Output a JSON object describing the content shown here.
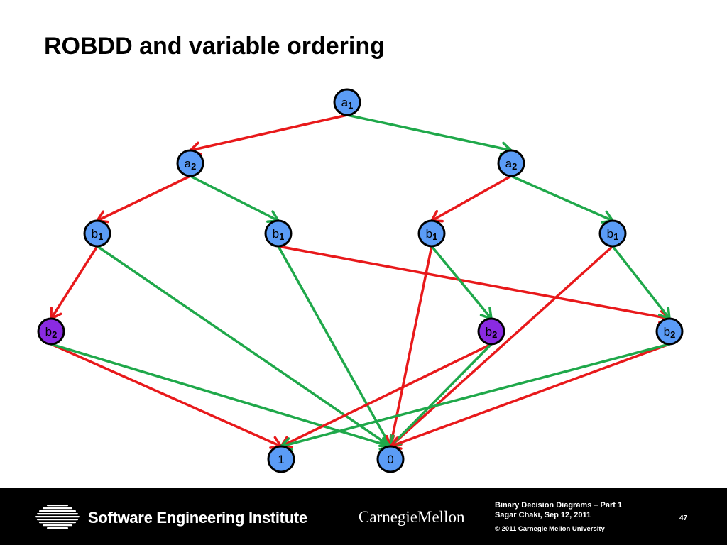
{
  "slide": {
    "title": "ROBDD and variable ordering",
    "page_number": "47"
  },
  "colors": {
    "low_edge": "#e8191b",
    "high_edge": "#1fa84a",
    "node_blue": "#5b9cf6",
    "node_purple": "#8a2be2",
    "node_border": "#000000"
  },
  "diagram": {
    "nodes": [
      {
        "id": "a1",
        "var": "a",
        "sub": "1",
        "fill": "blue"
      },
      {
        "id": "a2L",
        "var": "a",
        "sub": "2",
        "fill": "blue"
      },
      {
        "id": "a2R",
        "var": "a",
        "sub": "2",
        "fill": "blue"
      },
      {
        "id": "b1A",
        "var": "b",
        "sub": "1",
        "fill": "blue"
      },
      {
        "id": "b1B",
        "var": "b",
        "sub": "1",
        "fill": "blue"
      },
      {
        "id": "b1C",
        "var": "b",
        "sub": "1",
        "fill": "blue"
      },
      {
        "id": "b1D",
        "var": "b",
        "sub": "1",
        "fill": "blue"
      },
      {
        "id": "b2A",
        "var": "b",
        "sub": "2",
        "fill": "purple"
      },
      {
        "id": "b2B",
        "var": "b",
        "sub": "2",
        "fill": "purple"
      },
      {
        "id": "b2C",
        "var": "b",
        "sub": "2",
        "fill": "blue"
      },
      {
        "id": "t1",
        "var": "1",
        "sub": "",
        "fill": "blue"
      },
      {
        "id": "t0",
        "var": "0",
        "sub": "",
        "fill": "blue"
      }
    ],
    "edges": [
      {
        "from": "a1",
        "to": "a2L",
        "type": "low"
      },
      {
        "from": "a1",
        "to": "a2R",
        "type": "high"
      },
      {
        "from": "a2L",
        "to": "b1A",
        "type": "low"
      },
      {
        "from": "a2L",
        "to": "b1B",
        "type": "high"
      },
      {
        "from": "a2R",
        "to": "b1C",
        "type": "low"
      },
      {
        "from": "a2R",
        "to": "b1D",
        "type": "high"
      },
      {
        "from": "b1A",
        "to": "b2A",
        "type": "low"
      },
      {
        "from": "b1A",
        "to": "t0",
        "type": "high"
      },
      {
        "from": "b1B",
        "to": "b2C",
        "type": "low"
      },
      {
        "from": "b1B",
        "to": "t0",
        "type": "high"
      },
      {
        "from": "b1C",
        "to": "t0",
        "type": "low"
      },
      {
        "from": "b1C",
        "to": "b2B",
        "type": "high"
      },
      {
        "from": "b1D",
        "to": "t0",
        "type": "low"
      },
      {
        "from": "b1D",
        "to": "b2C",
        "type": "high"
      },
      {
        "from": "b2A",
        "to": "t1",
        "type": "low"
      },
      {
        "from": "b2A",
        "to": "t0",
        "type": "high"
      },
      {
        "from": "b2B",
        "to": "t1",
        "type": "low"
      },
      {
        "from": "b2B",
        "to": "t0",
        "type": "high"
      },
      {
        "from": "b2C",
        "to": "t0",
        "type": "low"
      },
      {
        "from": "b2C",
        "to": "t1",
        "type": "high"
      }
    ]
  },
  "footer": {
    "organization": "Software Engineering Institute",
    "university": "CarnegieMellon",
    "course_title": "Binary Decision Diagrams – Part 1",
    "author_date": "Sagar Chaki, Sep 12, 2011",
    "copyright": "© 2011 Carnegie Mellon University",
    "logo_icon": "sei-logo-icon"
  }
}
